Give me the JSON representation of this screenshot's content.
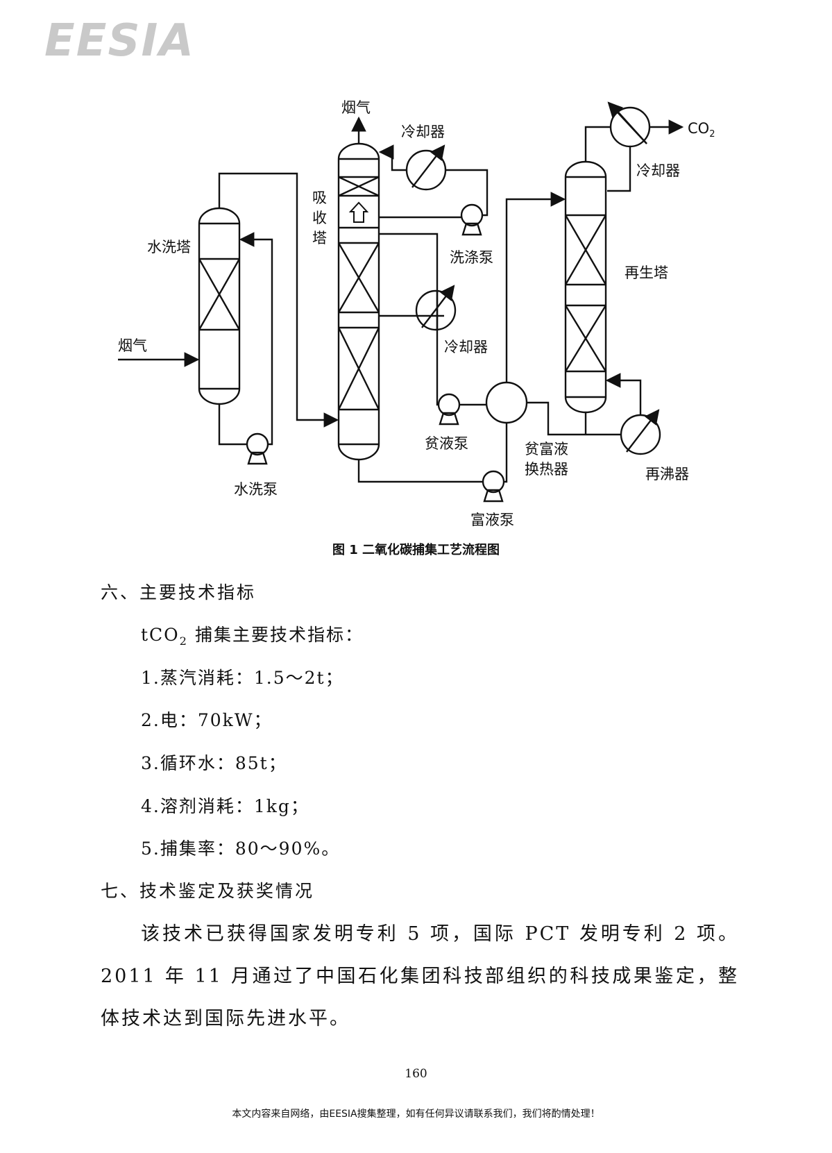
{
  "logo": "EESIA",
  "diagram": {
    "labels": {
      "flue_gas_out": "烟气",
      "flue_gas_in": "烟气",
      "cooler_top": "冷却器",
      "cooler_mid": "冷却器",
      "cooler_right": "冷却器",
      "absorber_line1": "吸",
      "absorber_line2": "收",
      "absorber_line3": "塔",
      "wash_tower": "水洗塔",
      "wash_pump": "洗涤泵",
      "water_wash_pump": "水洗泵",
      "lean_pump": "贫液泵",
      "rich_pump": "富液泵",
      "exchanger_line1": "贫富液",
      "exchanger_line2": "换热器",
      "regenerator": "再生塔",
      "reboiler": "再沸器",
      "co2_main": "CO",
      "co2_sub": "2"
    }
  },
  "caption": "图 1  二氧化碳捕集工艺流程图",
  "section6": {
    "heading": "六、主要技术指标",
    "intro_prefix": "tCO",
    "intro_sub": "2",
    "intro_suffix": " 捕集主要技术指标：",
    "items": [
      "1.蒸汽消耗：1.5～2t；",
      "2.电：70kW；",
      "3.循环水：85t；",
      "4.溶剂消耗：1kg；",
      "5.捕集率：80～90%。"
    ]
  },
  "section7": {
    "heading": "七、技术鉴定及获奖情况",
    "paragraph": "该技术已获得国家发明专利 5 项，国际 PCT 发明专利 2 项。2011 年 11 月通过了中国石化集团科技部组织的科技成果鉴定，整体技术达到国际先进水平。"
  },
  "page_number": "160",
  "footer": "本文内容来自网络，由EESIA搜集整理，如有任何异议请联系我们，我们将酌情处理！"
}
